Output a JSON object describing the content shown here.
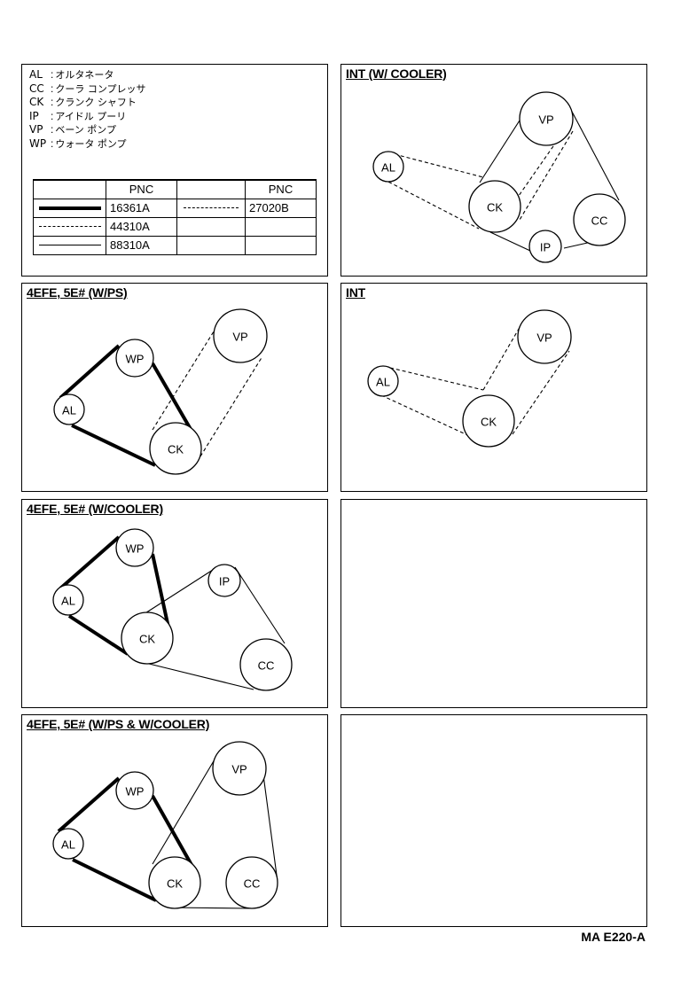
{
  "legend": {
    "items": [
      {
        "code": "AL",
        "name": "オルタネータ"
      },
      {
        "code": "CC",
        "name": "クーラ コンプレッサ"
      },
      {
        "code": "CK",
        "name": "クランク シャフト"
      },
      {
        "code": "IP",
        "name": "アイドル プーリ"
      },
      {
        "code": "VP",
        "name": "ベーン ポンプ"
      },
      {
        "code": "WP",
        "name": "ウォータ ポンプ"
      }
    ],
    "separator": ":",
    "table": {
      "header": "PNC",
      "rows": [
        {
          "pnc": "16361A",
          "line": "thick"
        },
        {
          "pnc": "44310A",
          "line": "dashed"
        },
        {
          "pnc": "88310A",
          "line": "solid"
        }
      ],
      "right_pnc": "27020B",
      "right_line": "dash-dot"
    }
  },
  "panels": [
    {
      "id": "int-cooler",
      "title": "INT (W/ COOLER)"
    },
    {
      "id": "4efe-ps",
      "title": "4EFE, 5E# (W/PS)"
    },
    {
      "id": "int",
      "title": "INT"
    },
    {
      "id": "4efe-cooler",
      "title": "4EFE, 5E# (W/COOLER)"
    },
    {
      "id": "empty-1",
      "title": ""
    },
    {
      "id": "4efe-ps-cooler",
      "title": "4EFE, 5E# (W/PS & W/COOLER)"
    },
    {
      "id": "empty-2",
      "title": ""
    }
  ],
  "pulley_labels": {
    "AL": "AL",
    "CC": "CC",
    "CK": "CK",
    "IP": "IP",
    "VP": "VP",
    "WP": "WP"
  },
  "footer": {
    "code": "MA E220-A"
  }
}
